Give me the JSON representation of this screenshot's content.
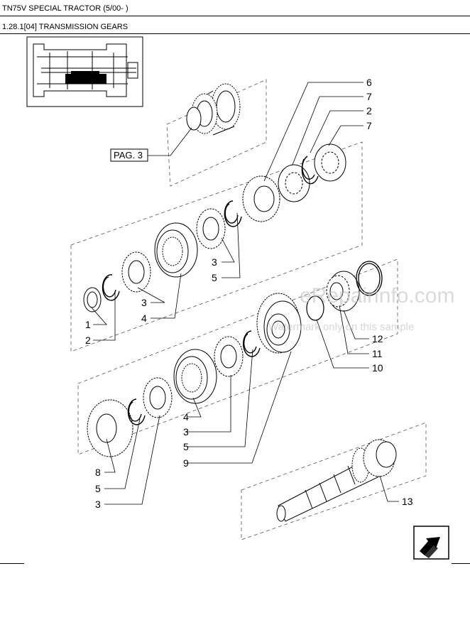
{
  "header": {
    "model": "TN75V SPECIAL TRACTOR (5/00- )",
    "section": "1.28.1[04] TRANSMISSION GEARS"
  },
  "diagram": {
    "page_ref": "PAG. 3",
    "callouts": [
      "6",
      "7",
      "2",
      "7",
      "3",
      "5",
      "3",
      "4",
      "1",
      "2",
      "12",
      "11",
      "10",
      "4",
      "3",
      "5",
      "9",
      "8",
      "5",
      "3",
      "13"
    ]
  },
  "watermark": {
    "site": "eRepairinfo.com",
    "notice": "Watermark only on this sample"
  },
  "colors": {
    "line": "#000000",
    "watermark": "#bdbdbd"
  },
  "icons": {
    "next_page": "next-page-arrow-icon",
    "locator": "transmission-locator-thumbnail"
  }
}
